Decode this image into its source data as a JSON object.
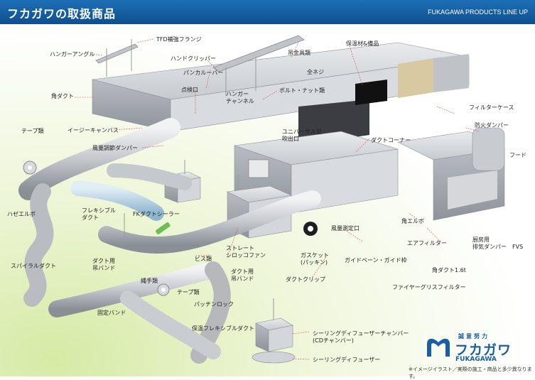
{
  "header": {
    "title": "フカガワの取扱商品",
    "subtitle": "FUKAGAWA PRODUCTS LINE UP"
  },
  "labels": [
    {
      "id": "tfd",
      "text": "TFD補強フランジ"
    },
    {
      "id": "hanger-angle",
      "text": "ハンガーアングル"
    },
    {
      "id": "hand-clipper",
      "text": "ハンドクリッパー"
    },
    {
      "id": "suspension",
      "text": "吊金具類"
    },
    {
      "id": "insulation",
      "text": "保温材&備品"
    },
    {
      "id": "punch-louver",
      "text": "パンカルーバー"
    },
    {
      "id": "all-screw",
      "text": "全ネジ"
    },
    {
      "id": "square-duct",
      "text": "角ダクト"
    },
    {
      "id": "inspection",
      "text": "点検口"
    },
    {
      "id": "hanger-channel",
      "text": "ハンガー\nチャンネル"
    },
    {
      "id": "bolt-nut",
      "text": "ボルト・ナット類"
    },
    {
      "id": "filter-case",
      "text": "フィルターケース"
    },
    {
      "id": "tape",
      "text": "テープ類"
    },
    {
      "id": "easy-canvas",
      "text": "イージーキャンバス"
    },
    {
      "id": "fire-damper",
      "text": "防火ダンパー"
    },
    {
      "id": "universal",
      "text": "ユニバーサル型\n吹出口"
    },
    {
      "id": "volume-damper",
      "text": "風量調節ダンパー"
    },
    {
      "id": "duct-corner",
      "text": "ダクトコーナー"
    },
    {
      "id": "hood",
      "text": "フード"
    },
    {
      "id": "hazel-elbow",
      "text": "ハゼエルボ"
    },
    {
      "id": "flexible",
      "text": "フレキシブル\nダクト"
    },
    {
      "id": "fk-sealer",
      "text": "FKダクトシーラー"
    },
    {
      "id": "square-elbow",
      "text": "角エルボ"
    },
    {
      "id": "air-measure",
      "text": "風量測定口"
    },
    {
      "id": "air-filter",
      "text": "エアフィルター"
    },
    {
      "id": "gasket",
      "text": "ガスケット\n(パッキン)"
    },
    {
      "id": "kitchen-fvs",
      "text": "厨房用\n排気ダンパー　FVS"
    },
    {
      "id": "straight-sirocco",
      "text": "ストレート\nシロッコファン"
    },
    {
      "id": "guide-vane",
      "text": "ガイドベーン・ガイド枠"
    },
    {
      "id": "spiral",
      "text": "スパイラルダクト"
    },
    {
      "id": "duct-band",
      "text": "ダクト用\n吊バンド"
    },
    {
      "id": "screws",
      "text": "ビス類"
    },
    {
      "id": "square-duct-16",
      "text": "角ダクト1.6t"
    },
    {
      "id": "duct-band-2",
      "text": "ダクト用\n吊バンド"
    },
    {
      "id": "duct-clip",
      "text": "ダクトクリップ"
    },
    {
      "id": "fryer-filter",
      "text": "ファイヤーグリスフィルター"
    },
    {
      "id": "wire",
      "text": "縄手類"
    },
    {
      "id": "tape-2",
      "text": "テープ類"
    },
    {
      "id": "patchin-lock",
      "text": "パッチンロック"
    },
    {
      "id": "fixed-band",
      "text": "固定バンド"
    },
    {
      "id": "insulated-flex",
      "text": "保温フレキシブルダクト"
    },
    {
      "id": "ceiling-chamber",
      "text": "シーリングディフューザーチャンバー\n(CDチャンバー)"
    },
    {
      "id": "ceiling-diffuser",
      "text": "シーリングディフューザー"
    }
  ],
  "brand": {
    "tagline": "誠意努力",
    "name_jp": "フカガワ",
    "name_en": "FUKAGAWA"
  },
  "note": "※イメージイラスト／実際の施工・商品と多少異なります。",
  "colors": {
    "header": "#1d6fb6",
    "duct": "#c9ccd1",
    "duct_dark": "#9ea3a9",
    "flex": "#b9d4e6",
    "brand": "#1a5ea8"
  }
}
